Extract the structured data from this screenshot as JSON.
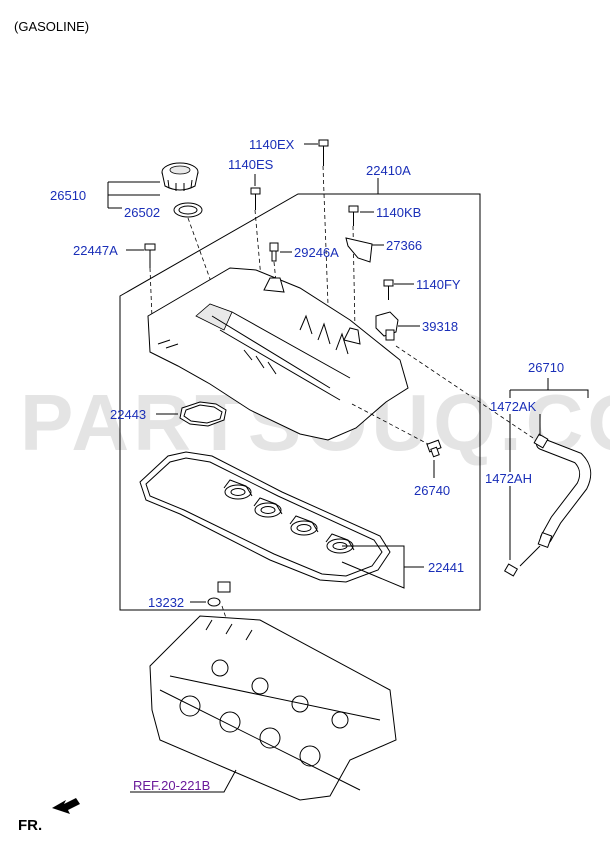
{
  "header": {
    "variant": "(GASOLINE)"
  },
  "watermark": "PARTSOUQ.COM",
  "callouts": {
    "p26510": "26510",
    "p26502": "26502",
    "p22447A": "22447A",
    "p1140EX": "1140EX",
    "p1140ES": "1140ES",
    "p22410A": "22410A",
    "p1140KB": "1140KB",
    "p27366": "27366",
    "p29246A": "29246A",
    "p1140FY": "1140FY",
    "p39318": "39318",
    "p26710": "26710",
    "p1472AK": "1472AK",
    "p1472AH": "1472AH",
    "p22443": "22443",
    "p26740": "26740",
    "p22441": "22441",
    "p13232": "13232",
    "ref": "REF.20-221B"
  },
  "footer": {
    "front_label": "FR."
  },
  "colors": {
    "label": "#1a2fb8",
    "ref": "#6a1a9a"
  }
}
